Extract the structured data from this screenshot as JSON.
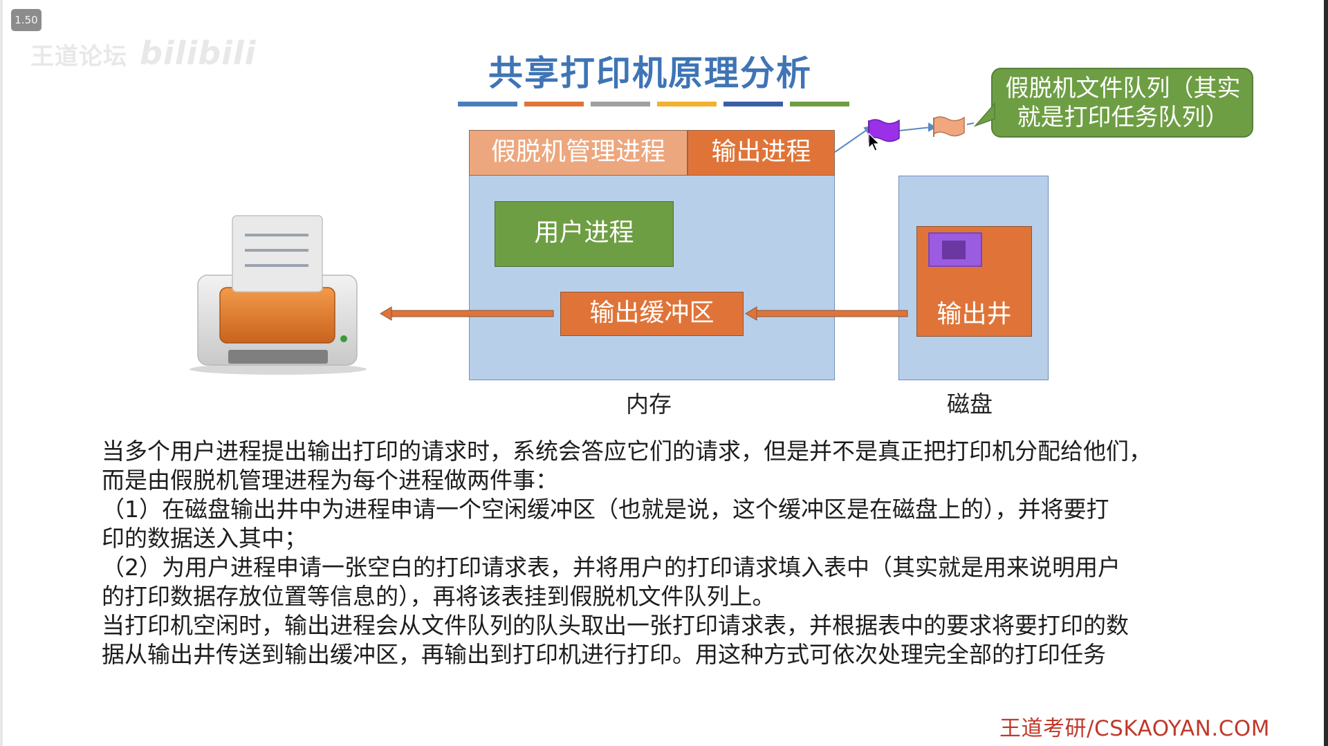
{
  "player": {
    "speed_badge": "1.50",
    "watermark_text": "王道论坛",
    "watermark_logo": "bilibili"
  },
  "slide": {
    "title": "共享打印机原理分析",
    "title_bar_colors": [
      "#4a7ebb",
      "#e07438",
      "#a0a0a0",
      "#f2b02e",
      "#3a5ea8",
      "#6e9e43"
    ],
    "memory": {
      "spooling_process": "假脱机管理进程",
      "output_process": "输出进程",
      "user_process": "用户进程",
      "output_buffer": "输出缓冲区",
      "caption": "内存"
    },
    "disk": {
      "output_well": "输出井",
      "caption": "磁盘"
    },
    "callout": "假脱机文件队列（其实就是打印任务队列）",
    "icons": [
      "printer-icon",
      "queue-flag-icon",
      "mouse-cursor-icon"
    ],
    "description": [
      "当多个用户进程提出输出打印的请求时，系统会答应它们的请求，但是并不是真正把打印机分配给他们，",
      "而是由假脱机管理进程为每个进程做两件事：",
      "（1）在磁盘输出井中为进程申请一个空闲缓冲区（也就是说，这个缓冲区是在磁盘上的），并将要打",
      "印的数据送入其中；",
      "（2）为用户进程申请一张空白的打印请求表，并将用户的打印请求填入表中（其实就是用来说明用户",
      "的打印数据存放位置等信息的），再将该表挂到假脱机文件队列上。",
      "当打印机空闲时，输出进程会从文件队列的队头取出一张打印请求表，并根据表中的要求将要打印的数",
      "据从输出井传送到输出缓冲区，再输出到打印机进行打印。用这种方式可依次处理完全部的打印任务"
    ],
    "footer": "王道考研/CSKAOYAN.COM"
  }
}
